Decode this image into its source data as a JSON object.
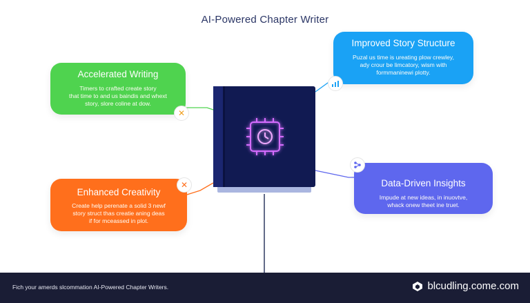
{
  "title": "AI-Powered Chapter Writer",
  "nodes": {
    "accelerated": {
      "title": "Accelerated Writing",
      "lines": [
        "Timers to crafted create story",
        "that time to and us baindis and whext",
        "story, slore coline at dow."
      ],
      "color": "#4fd34f"
    },
    "structure": {
      "title": "Improved Story Structure",
      "lines": [
        "Puzal us time is ureating plow crewley,",
        "ady crour be limcatory, wism with",
        "formmaninewi plotty."
      ],
      "color": "#1aa2f5"
    },
    "insights": {
      "title": "Data-Driven Insights",
      "lines": [
        "Impude at new ideas, in inuovtve,",
        "whack onew theet ine truet."
      ],
      "color": "#5e67ee"
    },
    "creativity": {
      "title": "Enhanced Creativity",
      "lines": [
        "Create help perenate a solid 3 newf",
        "story struct thas creatie aning deas",
        "if for mceassed in plot."
      ],
      "color": "#ff6f1c"
    }
  },
  "icons": {
    "center": "chip-clock-icon",
    "accelerated": "tools-cross-icon",
    "structure": "bar-chart-icon",
    "insights": "share-nodes-icon",
    "creativity": "pencil-cross-icon"
  },
  "footer": {
    "text": "Fich your amerds slcommation AI-Powered Chapter Writers.",
    "brand": "blcudling.come.com"
  }
}
